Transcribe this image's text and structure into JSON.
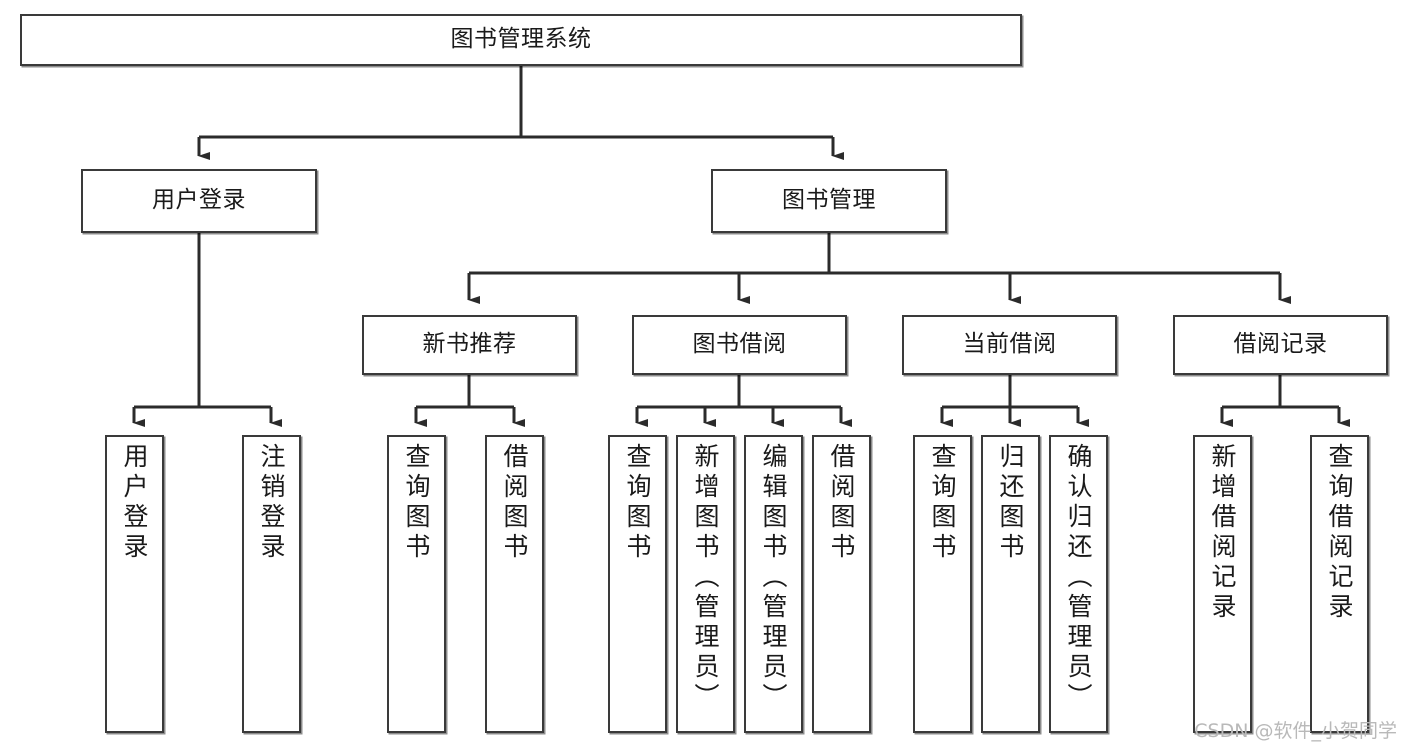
{
  "diagram": {
    "type": "tree-hierarchy-chart",
    "title": "图书管理系统",
    "colors": {
      "background": "#ffffff",
      "box_border": "#3a3a3a",
      "box_fill": "#ffffff",
      "connector": "#2b2b2b",
      "watermark": "#b9b9b9"
    }
  },
  "root": {
    "label": "图书管理系统"
  },
  "level2": [
    {
      "id": "user-login",
      "label": "用户登录"
    },
    {
      "id": "book-management",
      "label": "图书管理"
    }
  ],
  "level3": [
    {
      "id": "new-book-recommend",
      "label": "新书推荐"
    },
    {
      "id": "book-borrow",
      "label": "图书借阅"
    },
    {
      "id": "current-borrow",
      "label": "当前借阅"
    },
    {
      "id": "borrow-record",
      "label": "借阅记录"
    }
  ],
  "leaves": {
    "user_login": [
      {
        "id": "leaf-user-login",
        "label": "用户登录"
      },
      {
        "id": "leaf-logout-login",
        "label": "注销登录"
      }
    ],
    "new_book_recommend": [
      {
        "id": "leaf-query-book-1",
        "label": "查询图书"
      },
      {
        "id": "leaf-borrow-book-1",
        "label": "借阅图书"
      }
    ],
    "book_borrow": [
      {
        "id": "leaf-query-book-2",
        "label": "查询图书"
      },
      {
        "id": "leaf-add-book",
        "label": "新增图书（管理员）"
      },
      {
        "id": "leaf-edit-book",
        "label": "编辑图书（管理员）"
      },
      {
        "id": "leaf-borrow-book-2",
        "label": "借阅图书"
      }
    ],
    "current_borrow": [
      {
        "id": "leaf-query-book-3",
        "label": "查询图书"
      },
      {
        "id": "leaf-return-book",
        "label": "归还图书"
      },
      {
        "id": "leaf-confirm-return",
        "label": "确认归还（管理员）"
      }
    ],
    "borrow_record": [
      {
        "id": "leaf-add-borrow-record",
        "label": "新增借阅记录"
      },
      {
        "id": "leaf-query-borrow-record",
        "label": "查询借阅记录"
      }
    ]
  },
  "watermark": {
    "text": "CSDN @软件_小贺同学"
  }
}
